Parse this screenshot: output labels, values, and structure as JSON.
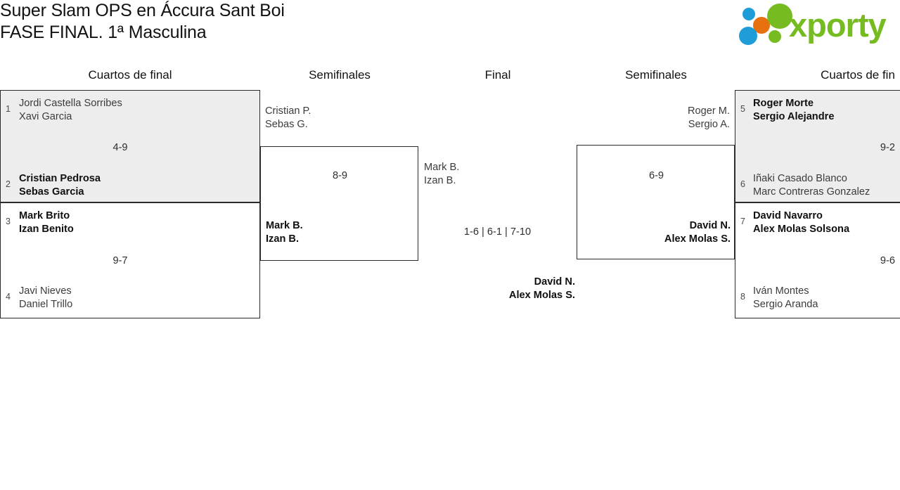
{
  "header": {
    "title": "Super Slam OPS en Áccura Sant Boi\nFASE FINAL. 1ª Masculina",
    "brand": "xporty",
    "brand_colors": {
      "green": "#76bc21",
      "blue": "#1e9dd8",
      "orange": "#e8700f"
    }
  },
  "rounds": [
    {
      "key": "qf_left",
      "label": "Cuartos de final"
    },
    {
      "key": "sf_left",
      "label": "Semifinales"
    },
    {
      "key": "final",
      "label": "Final"
    },
    {
      "key": "sf_right",
      "label": "Semifinales"
    },
    {
      "key": "qf_right",
      "label": "Cuartos de fin"
    }
  ],
  "matches": {
    "qf1": {
      "score": "4-9",
      "shaded": true,
      "top": {
        "seed": "1",
        "line1": "Jordi Castella Sorribes",
        "line2": "Xavi Garcia",
        "winner": false
      },
      "bottom": {
        "seed": "2",
        "line1": "Cristian Pedrosa",
        "line2": "Sebas Garcia",
        "winner": true
      }
    },
    "qf2": {
      "score": "9-7",
      "shaded": false,
      "top": {
        "seed": "3",
        "line1": "Mark Brito",
        "line2": "Izan Benito",
        "winner": true
      },
      "bottom": {
        "seed": "4",
        "line1": "Javi Nieves",
        "line2": "Daniel Trillo",
        "winner": false
      }
    },
    "qf3": {
      "score": "9-2",
      "shaded": true,
      "top": {
        "seed": "5",
        "line1": "Roger Morte",
        "line2": "Sergio Alejandre",
        "winner": true
      },
      "bottom": {
        "seed": "6",
        "line1": "Iñaki Casado Blanco",
        "line2": "Marc Contreras Gonzalez",
        "winner": false
      }
    },
    "qf4": {
      "score": "9-6",
      "shaded": false,
      "top": {
        "seed": "7",
        "line1": "David Navarro",
        "line2": "Alex Molas Solsona",
        "winner": true
      },
      "bottom": {
        "seed": "8",
        "line1": "Iván Montes",
        "line2": "Sergio Aranda",
        "winner": false
      }
    },
    "sf1": {
      "score": "8-9",
      "top": {
        "line1": "Cristian P.",
        "line2": "Sebas G.",
        "winner": false
      },
      "bottom": {
        "line1": "Mark B.",
        "line2": "Izan B.",
        "winner": true
      }
    },
    "sf2": {
      "score": "6-9",
      "top": {
        "line1": "Roger M.",
        "line2": "Sergio A.",
        "winner": false
      },
      "bottom": {
        "line1": "David N.",
        "line2": "Alex Molas S.",
        "winner": true
      }
    },
    "final": {
      "score": "1-6 | 6-1 | 7-10",
      "left": {
        "line1": "Mark B.",
        "line2": "Izan B.",
        "winner": false
      },
      "right": {
        "line1": "David N.",
        "line2": "Alex Molas S.",
        "winner": true
      }
    }
  }
}
